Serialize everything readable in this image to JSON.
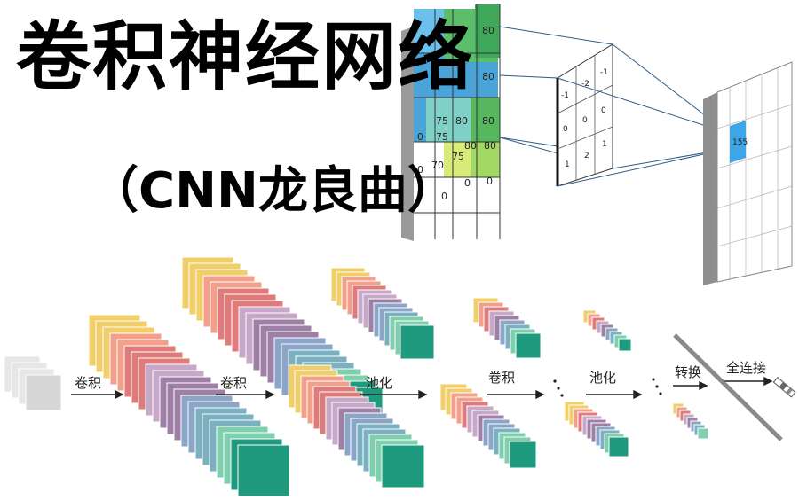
{
  "title": "卷积神经网络",
  "subtitle": "（CNN龙良曲）",
  "input_grid": {
    "visible_values": [
      [
        "",
        "",
        "",
        "80"
      ],
      [
        "",
        "",
        "",
        "80"
      ],
      [
        "",
        "75",
        "80",
        "80"
      ],
      [
        "0",
        "75",
        "80",
        "80"
      ],
      [
        "0",
        "70",
        "75",
        "80",
        "80"
      ],
      [
        "0",
        "0",
        "0",
        "0"
      ]
    ]
  },
  "kernel": {
    "values": [
      [
        "-1",
        "-2",
        "-1"
      ],
      [
        "0",
        "0",
        "0"
      ],
      [
        "1",
        "2",
        "1"
      ]
    ]
  },
  "output": {
    "value": "155"
  },
  "pipeline": {
    "labels": [
      "卷积",
      "卷积",
      "池化",
      "卷积",
      "池化",
      "转换",
      "全连接"
    ]
  },
  "colors": {
    "stack": [
      "#f0cf6a",
      "#f2a08c",
      "#e07b7b",
      "#c7a8c8",
      "#9e7fa6",
      "#8aa5c8",
      "#7ab0c0",
      "#7fcfae",
      "#1e9b7e"
    ]
  }
}
